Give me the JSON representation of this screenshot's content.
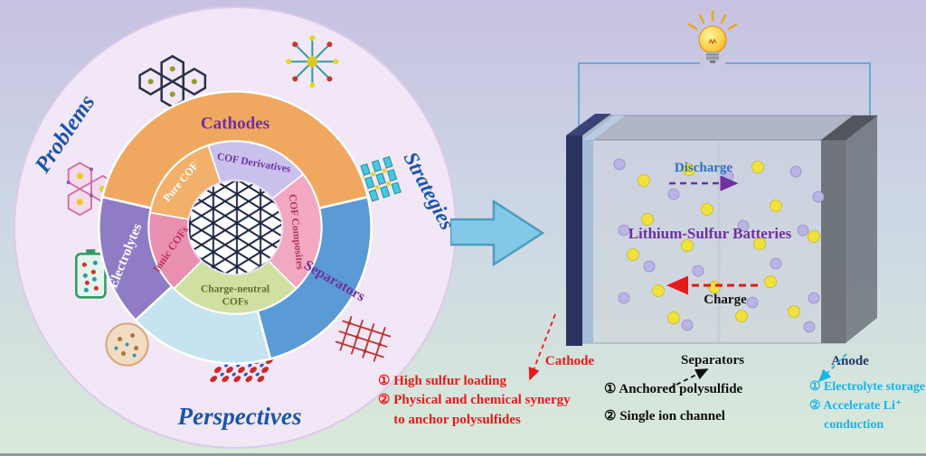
{
  "wheel": {
    "outer": {
      "problems": "Problems",
      "strategies": "Strategies",
      "perspectives": "Perspectives"
    },
    "middle": {
      "cathodes": "Cathodes",
      "electrolytes": "Electrolytes",
      "separators": "Separators"
    },
    "inner": {
      "pure_cof": "Pure COF",
      "cof_derivatives": "COF Derivatives",
      "cof_composites": "COF Composites",
      "charge_neutral_line1": "Charge-neutral",
      "charge_neutral_line2": "COFs",
      "ionic_cofs": "Ionic COFs"
    }
  },
  "battery": {
    "title": "Lithium-Sulfur Batteries",
    "discharge": "Discharge",
    "charge": "Charge",
    "cathode": "Cathode",
    "separators": "Separators",
    "anode": "Anode"
  },
  "annotations": {
    "cathode_notes": [
      "① High sulfur loading",
      "② Physical and chemical synergy to anchor polysulfides"
    ],
    "separator_notes": [
      "① Anchored polysulfide",
      "② Single ion channel"
    ],
    "anode_notes": [
      "① Electrolyte storage",
      "② Accelerate Li⁺ conduction"
    ]
  },
  "colors": {
    "background_top": "#c7c2e1",
    "background_bottom": "#d9ead8",
    "heading_blue": "#1a55aa",
    "purple_label": "#7030a0",
    "cathodes_orange": "#f0a860",
    "electrolytes_purple": "#8f7cc5",
    "separators_blue": "#5b9bd5",
    "pale_blue": "#c6e4f0",
    "pure_cof_orange": "#f2b06a",
    "derivatives_lavender": "#c9c1ec",
    "composites_pink": "#f2a8c0",
    "charge_neutral_green": "#cfe0a0",
    "ionic_pink": "#e890b0",
    "sulfur_yellow": "#f0e23a",
    "lithium_lavender": "#b9b3e6",
    "red": "#e8191c",
    "cyan": "#18b4ea",
    "navy": "#1f3864",
    "arrow_blue": "#82c8e8"
  }
}
